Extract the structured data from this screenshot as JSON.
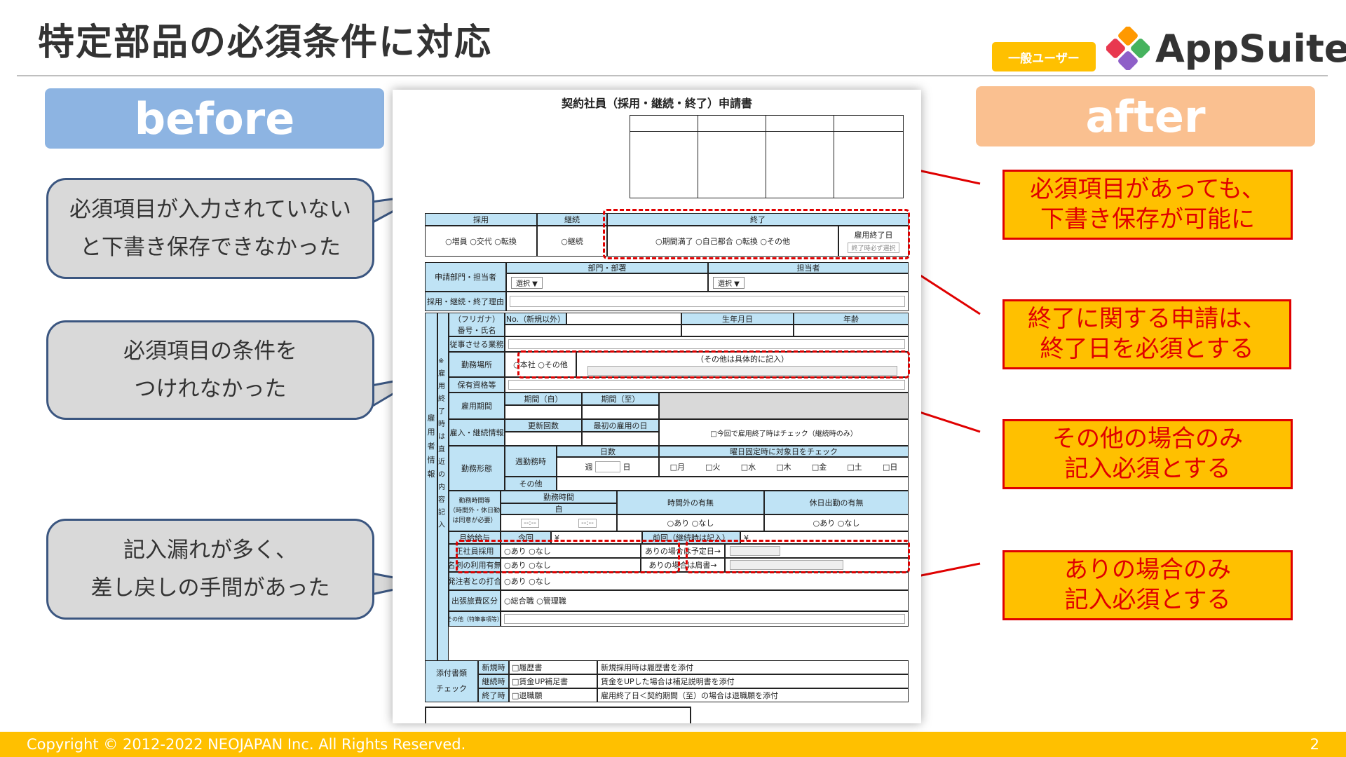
{
  "title": "特定部品の必須条件に対応",
  "badge": "一般ユーザー",
  "brand": "AppSuite",
  "labels": {
    "before": "before",
    "after": "after"
  },
  "before_bubbles": [
    {
      "line1": "必須項目が入力されていない",
      "line2": "と下書き保存できなかった"
    },
    {
      "line1": "必須項目の条件を",
      "line2": "つけれなかった"
    },
    {
      "line1": "記入漏れが多く、",
      "line2": "差し戻しの手間があった"
    }
  ],
  "after_boxes": [
    {
      "line1": "必須項目があっても、",
      "line2": "下書き保存が可能に"
    },
    {
      "line1": "終了に関する申請は、",
      "line2": "終了日を必須とする"
    },
    {
      "line1": "その他の場合のみ",
      "line2": "記入必須とする"
    },
    {
      "line1": "ありの場合のみ",
      "line2": "記入必須とする"
    }
  ],
  "form": {
    "title": "契約社員（採用・継続・終了）申請書",
    "saiyou": "採用",
    "keizoku": "継続",
    "shuryo": "終了",
    "zouin": "○増員",
    "kouda": "○交代",
    "tenkan": "○転換",
    "keizoku_opt": "○継続",
    "kikan_manryo": "○期間満了",
    "jiko_tsugou": "○自己都合",
    "tenkan2": "○転換",
    "sonota": "○その他",
    "koyou_shuryobi": "雇用終了日",
    "shuryo_note": "終了時必ず選択",
    "shinsei_bumon": "申請部門・担当者",
    "bumon": "部門・部署",
    "tantousha": "担当者",
    "sentaku": "選択",
    "riyuu": "採用・継続・終了理由",
    "furigana": "（フリガナ）",
    "bangou": "番号・氏名",
    "no": "No.（新規以外）",
    "seinengappi": "生年月日",
    "nenrei": "年齢",
    "gyoumu": "従事させる業務",
    "kinmu_basho": "勤務場所",
    "honsha": "○本社",
    "sonota2": "○その他",
    "sonota_note": "（その他は具体的に記入）",
    "shikaku": "保有資格等",
    "koyou_kikan": "雇用期間",
    "kikan_ji": "期間（自）",
    "kikan_shi": "期間（至）",
    "yatoire": "雇入・継続情報",
    "koushin": "更新回数",
    "saisho": "最初の雇用の日",
    "check_note": "□今回で雇用終了時はチェック（継続時のみ）",
    "kinmu_keitai": "勤務形態",
    "shuu_kinmu": "週勤務時",
    "nissuu": "日数",
    "shuu": "週",
    "nichi": "日",
    "youbi_note": "曜日固定時に対象日をチェック",
    "days": [
      "□月",
      "□火",
      "□水",
      "□木",
      "□金",
      "□土",
      "□日"
    ],
    "sonota3": "その他",
    "kinmu_jikan_label1": "勤務時間等",
    "kinmu_jikan_label2": "（時間外・休日勤",
    "kinmu_jikan_label3": "は同意が必要）",
    "kinmu_jikan": "勤務時間",
    "ji": "自",
    "time_ph": "--:--",
    "jikangai": "時間外の有無",
    "kyujitsu": "休日出勤の有無",
    "ari_nashi": "○あり ○なし",
    "gekkyu": "月給給与",
    "konkai": "今回",
    "yen": "¥",
    "zenkai": "前回（継続時は記入）",
    "seishain": "正社員採用",
    "ari_yoteibi": "ありの場合は予定日→",
    "meishi": "名刺の利用有無",
    "ari_katagaki": "ありの場合は肩書→",
    "hacchu": "発注者との打合",
    "shucchou": "出張旅費区分",
    "sougou": "○総合職 ○管理職",
    "sonota_tokki": "その他（特筆事項等）",
    "side_label": "※雇用終了時は直近の内容記入",
    "koyousha": "雇用者情報",
    "tenpu": "添付書類",
    "check": "チェック",
    "shinki": "新規時",
    "keizoku_ji": "継続時",
    "shuryo_ji": "終了時",
    "rireki": "□履歴書",
    "chingin": "□賃金UP補足書",
    "taishoku": "□退職願",
    "rireki_note": "新規採用時は履歴書を添付",
    "chingin_note": "賃金をUPした場合は補足説明書を添付",
    "taishoku_note": "雇用終了日＜契約期間（至）の場合は退職願を添付"
  },
  "footer": {
    "copyright": "Copyright © 2012-2022 NEOJAPAN Inc. All Rights Reserved.",
    "page": "2"
  },
  "colors": {
    "accent": "#ffc000",
    "alert": "#e00000",
    "before": "#8db4e2",
    "after": "#fac090",
    "form_header": "#bfe3f5"
  }
}
